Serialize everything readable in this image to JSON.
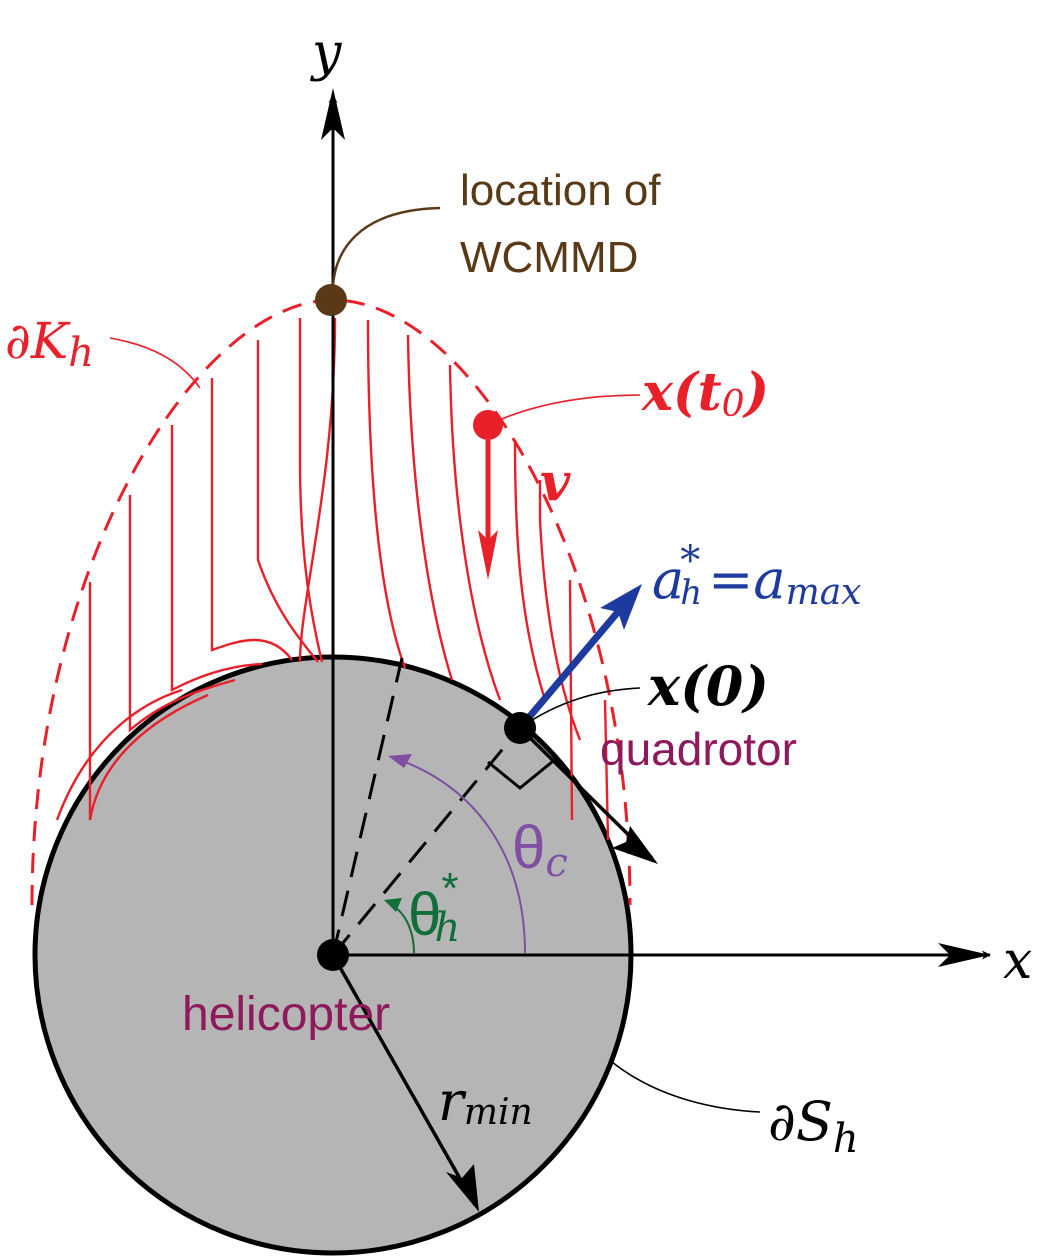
{
  "axes": {
    "x_label": "x",
    "y_label": "y"
  },
  "labels": {
    "location_line1": "location of",
    "location_line2": "WCMMD",
    "boundary_K": "∂K",
    "boundary_K_sub": "h",
    "initial_state": "x(t",
    "initial_state_sub": "0",
    "initial_state_close": ")",
    "velocity": "v",
    "accel_a": "a",
    "accel_star": "*",
    "accel_sub": "h",
    "accel_eq": "=",
    "accel_amax": "a",
    "accel_amax_sub": "max",
    "state_zero": "x(0)",
    "quadrotor": "quadrotor",
    "theta_c": "θ",
    "theta_c_sub": "c",
    "theta_h": "θ",
    "theta_h_star": "*",
    "theta_h_sub": "h",
    "helicopter": "helicopter",
    "rmin": "r",
    "rmin_sub": "min",
    "boundary_S": "∂S",
    "boundary_S_sub": "h"
  },
  "colors": {
    "red": "#e8202a",
    "brown": "#5a3a16",
    "blue": "#1d3a9e",
    "purple": "#7e4fa2",
    "green": "#0f6e3a",
    "magenta": "#8e1a5c",
    "disc_fill": "#b5b5b5",
    "black": "#000000"
  }
}
